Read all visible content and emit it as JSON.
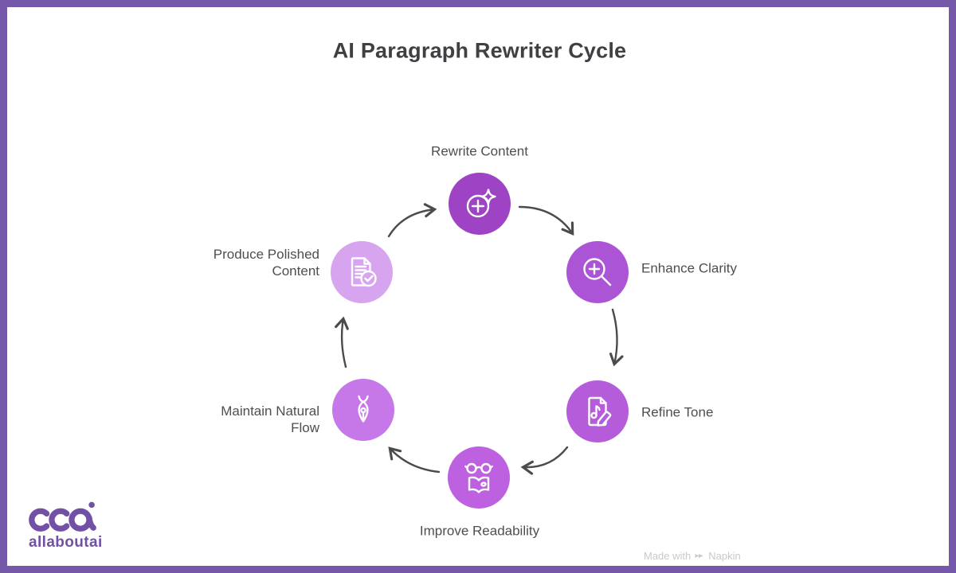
{
  "frame": {
    "border_color": "#7557A9",
    "background": "#FFFFFF"
  },
  "title": "AI Paragraph Rewriter Cycle",
  "cycle": {
    "direction": "clockwise",
    "arrow_color": "#4B4B4D",
    "steps": [
      {
        "label": "Rewrite Content",
        "icon": "sparkle-plus-icon",
        "color": "#9E43C4",
        "position": "top"
      },
      {
        "label": "Enhance Clarity",
        "icon": "magnifier-plus-icon",
        "color": "#AB55D6",
        "position": "upper-right"
      },
      {
        "label": "Refine Tone",
        "icon": "music-note-pencil-icon",
        "color": "#B55CDB",
        "position": "lower-right"
      },
      {
        "label": "Improve Readability",
        "icon": "glasses-book-icon",
        "color": "#BD61E1",
        "position": "bottom"
      },
      {
        "label": "Maintain Natural Flow",
        "icon": "pen-nib-icon",
        "color": "#C678E8",
        "position": "lower-left"
      },
      {
        "label": "Produce Polished Content",
        "icon": "document-check-icon",
        "color": "#D7A4EF",
        "position": "upper-left"
      }
    ]
  },
  "footer": {
    "logo": {
      "wordmark": "allaboutai",
      "color": "#7150A5"
    },
    "watermark": {
      "prefix": "Made with",
      "brand": "Napkin",
      "color": "#C9C9CA"
    }
  },
  "text_colors": {
    "title": "#3F4043",
    "step_label": "#4E4E50"
  }
}
